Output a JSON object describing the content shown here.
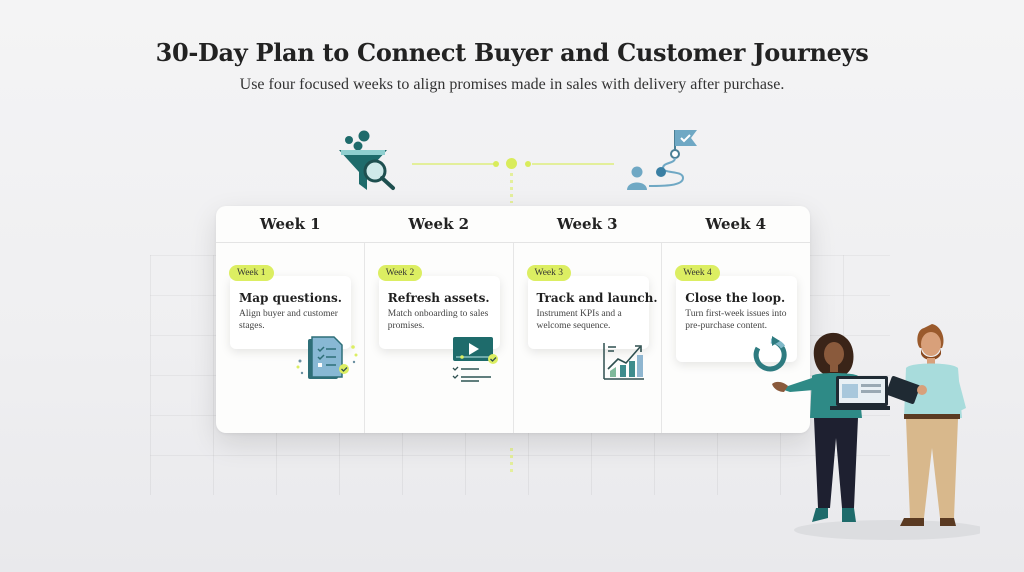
{
  "header": {
    "title": "30-Day Plan to Connect Buyer and Customer Journeys",
    "subtitle": "Use four focused weeks to align promises made in sales with delivery after purchase."
  },
  "top_icons": [
    {
      "name": "funnel-search-icon"
    },
    {
      "name": "journey-flag-icon"
    }
  ],
  "colors": {
    "accent_lime": "#dcee62",
    "teal_dark": "#1e6b6b",
    "teal_light": "#8fc3d6",
    "text_dark": "#222222"
  },
  "board": {
    "columns": [
      {
        "header": "Week 1",
        "pill": "Week 1",
        "title": "Map questions.",
        "description": "Align buyer and customer stages.",
        "icon": "checklist-document-icon"
      },
      {
        "header": "Week 2",
        "pill": "Week 2",
        "title": "Refresh assets.",
        "description": "Match onboarding to sales promises.",
        "icon": "video-checklist-icon"
      },
      {
        "header": "Week 3",
        "pill": "Week 3",
        "title": "Track and launch.",
        "description": "Instrument KPIs and a welcome sequence.",
        "icon": "growth-chart-icon"
      },
      {
        "header": "Week 4",
        "pill": "Week 4",
        "title": "Close the loop.",
        "description": "Turn first-week issues into pre-purchase content.",
        "icon": "refresh-cycle-icon"
      }
    ]
  },
  "illustration": {
    "name": "two-colleagues-illustration"
  }
}
